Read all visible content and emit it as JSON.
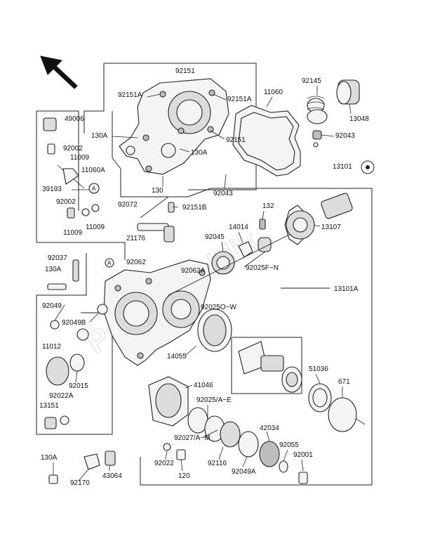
{
  "diagram": {
    "watermark": "Partsrepublik",
    "callout_marker": "A",
    "part_numbers": {
      "p92151_top": "92151",
      "p92151A_left": "92151A",
      "p92151A_right": "92151A",
      "p11060": "11060",
      "p92145": "92145",
      "p13048": "13048",
      "p49006": "49006",
      "p130A_upper": "130A",
      "p92151_mid": "92151",
      "p92043_right": "92043",
      "p92002_upper": "92002",
      "p11009_upper": "11009",
      "p130A_mid": "130A",
      "p11060A": "11060A",
      "p130_bottom": "130",
      "p13101": "13101",
      "p39193": "39193",
      "p92043_center": "92043",
      "p92002_lower": "92002",
      "p92072": "92072",
      "p92151B": "92151B",
      "p132": "132",
      "p11009_lower": "11009",
      "p11009_right": "11009",
      "p13107": "13107",
      "p14014": "14014",
      "p21176": "21176",
      "p92045": "92045",
      "p92037": "92037",
      "p92062": "92062",
      "p92025FN": "92025F~N",
      "p130A_left": "130A",
      "p92062A": "92062A",
      "p13101A": "13101A",
      "p92049": "92049",
      "p92025OW": "92025O~W",
      "p92049B": "92049B",
      "p11012": "11012",
      "p14055": "14055",
      "p51036": "51036",
      "p671": "671",
      "p92015": "92015",
      "p41046": "41046",
      "p92022A": "92022A",
      "p13151": "13151",
      "p92025AE": "92025/A~E",
      "p42034": "42034",
      "p92027AM": "92027/A~M",
      "p92055": "92055",
      "p130A_bottom": "130A",
      "p92022": "92022",
      "p92116": "92116",
      "p92001": "92001",
      "p43064": "43064",
      "p92170": "92170",
      "p120": "120",
      "p92049A": "92049A"
    }
  }
}
